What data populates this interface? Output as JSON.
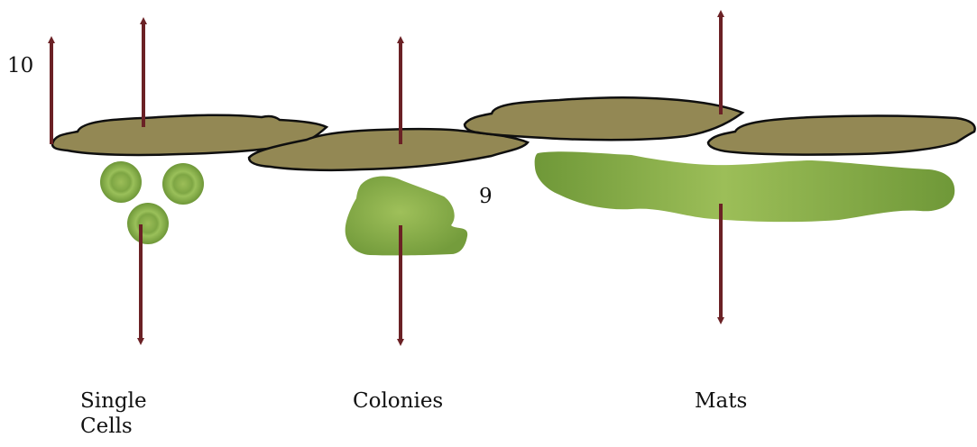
{
  "labels": {
    "single_cells_line1": "Single",
    "single_cells_line2": "Cells",
    "colonies": "Colonies",
    "mats": "Mats",
    "number_10": "10",
    "number_9": "9"
  },
  "icons": {
    "arrow": "arrow-icon",
    "particle": "sediment-particle-icon",
    "cell": "algal-cell-icon",
    "colony": "algal-colony-icon",
    "mat": "algal-mat-icon"
  },
  "colors": {
    "arrow": "#6b2125",
    "particle_fill": "#938854",
    "particle_stroke": "#0f0f0f",
    "algae_light": "#9cbe58",
    "algae_dark": "#6e9738"
  }
}
